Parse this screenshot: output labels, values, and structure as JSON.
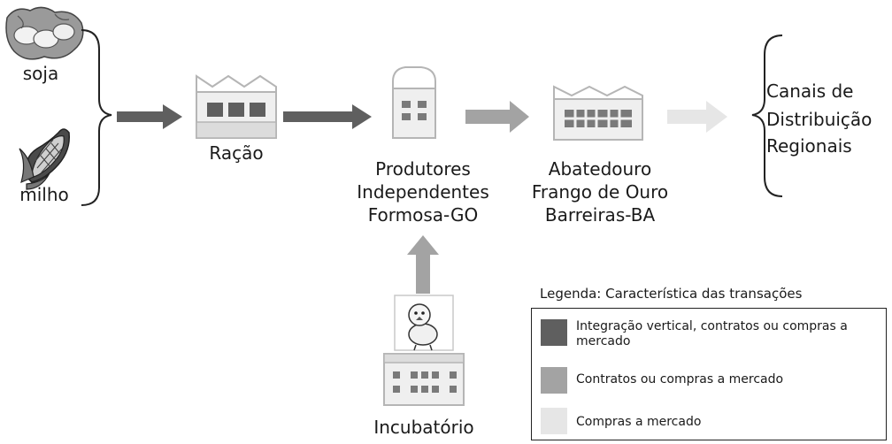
{
  "inputs": {
    "soja": "soja",
    "milho": "milho"
  },
  "nodes": {
    "racao": "Ração",
    "produtores": [
      "Produtores",
      "Independentes",
      "Formosa-GO"
    ],
    "abatedouro": [
      "Abatedouro",
      "Frango de Ouro",
      "Barreiras-BA"
    ],
    "canais": [
      "Canais de",
      "Distribuição",
      "Regionais"
    ],
    "incubatorio": "Incubatório"
  },
  "legend": {
    "title": "Legenda: Característica das transações",
    "items": [
      {
        "label": "Integração vertical, contratos ou compras a mercado",
        "color": "#5f5f5f"
      },
      {
        "label": "Contratos ou compras a mercado",
        "color": "#a3a3a3"
      },
      {
        "label": "Compras a mercado",
        "color": "#e6e6e6"
      }
    ]
  },
  "colors": {
    "dark": "#5f5f5f",
    "medium": "#a3a3a3",
    "light": "#e6e6e6",
    "outline": "#222222"
  }
}
